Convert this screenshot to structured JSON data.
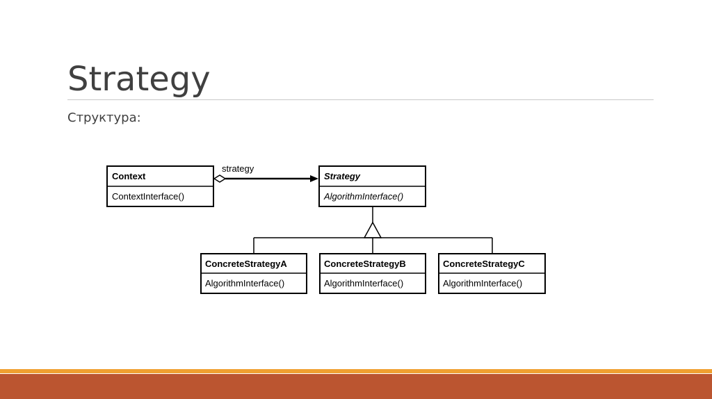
{
  "slide": {
    "title": "Strategy",
    "subtitle": "Структура:"
  },
  "diagram": {
    "context": {
      "name": "Context",
      "operation": "ContextInterface()"
    },
    "association_label": "strategy",
    "strategy": {
      "name": "Strategy",
      "operation": "AlgorithmInterface()"
    },
    "concrete": [
      {
        "name": "ConcreteStrategyA",
        "operation": "AlgorithmInterface()"
      },
      {
        "name": "ConcreteStrategyB",
        "operation": "AlgorithmInterface()"
      },
      {
        "name": "ConcreteStrategyC",
        "operation": "AlgorithmInterface()"
      }
    ]
  },
  "colors": {
    "title_text": "#404040",
    "rule": "#c8c8c8",
    "footer_accent": "#f0a030",
    "footer_band": "#bb5530"
  }
}
